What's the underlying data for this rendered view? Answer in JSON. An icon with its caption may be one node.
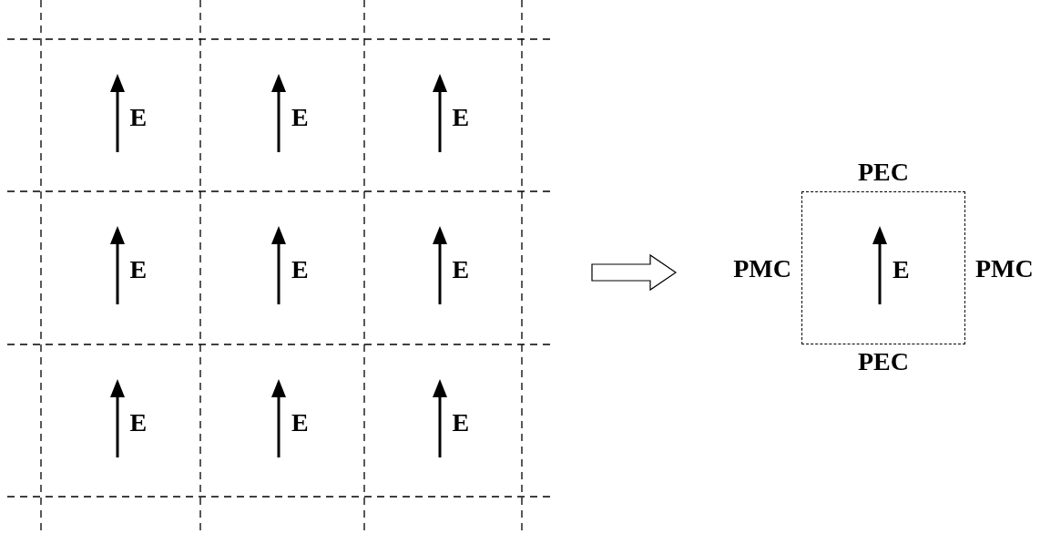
{
  "diagram": {
    "nodes": [
      {
        "text": [],
        "shape": "box"
      },
      {
        "text": [
          "E"
        ],
        "in": 0
      },
      {
        "text": [
          "E"
        ],
        "in": 0
      },
      {
        "text": [
          "E"
        ],
        "in": 0
      },
      {
        "text": [
          "E"
        ],
        "in": 0
      },
      {
        "text": [
          "E"
        ],
        "in": 0
      },
      {
        "text": [
          "E"
        ],
        "in": 0
      },
      {
        "text": [
          "E"
        ],
        "in": 0
      },
      {
        "text": [
          "E"
        ],
        "in": 0
      },
      {
        "text": [
          "E"
        ],
        "in": 0
      },
      {
        "text": [
          "E"
        ],
        "beside": [
          "PEC",
          "PMC",
          "PMC",
          "PEC"
        ]
      }
    ],
    "edges": [
      {
        "from": 0,
        "to": 10,
        "arrow": "to",
        "style": "thick"
      }
    ]
  }
}
